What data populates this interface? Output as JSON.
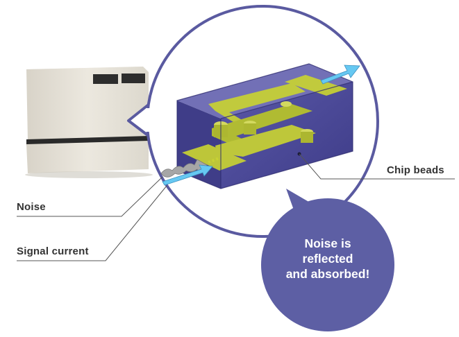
{
  "labels": {
    "noise": "Noise",
    "signal_current": "Signal current",
    "chip_beads": "Chip beads"
  },
  "bubble": {
    "lines": [
      "Noise is",
      "reflected",
      "and absorbed!"
    ]
  },
  "colors": {
    "magnifier_ring": "#5a5aa0",
    "chip_body": "#4c4a9c",
    "conductor": "#c8d233",
    "signal_arrow": "#66c8f2",
    "noise_arrow": "#9a9a9a",
    "bubble_fill": "#5d5fa4",
    "device_body": "#e9e5db"
  }
}
